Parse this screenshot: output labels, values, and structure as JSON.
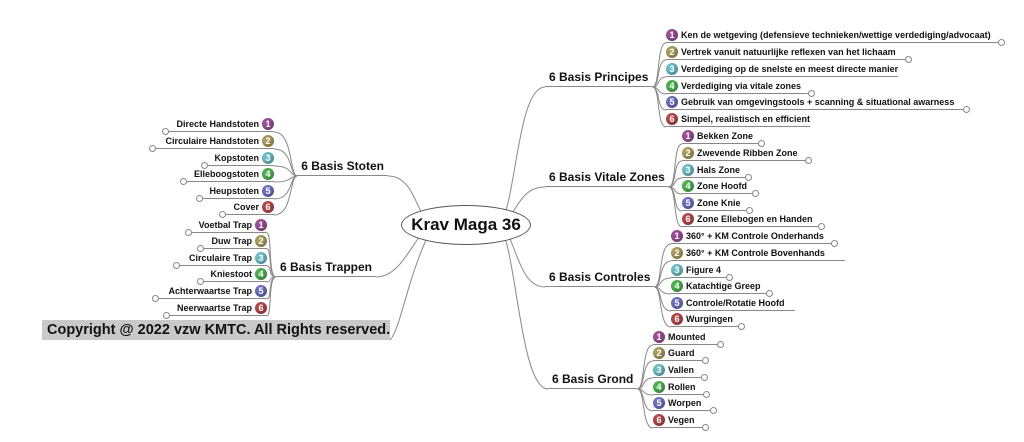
{
  "center": "Krav Maga 36",
  "copyright": "Copyright @ 2022 vzw KMTC. All Rights reserved.",
  "bullet_colors": [
    "#9a4e95",
    "#a99b5c",
    "#6cbcc4",
    "#4fae52",
    "#6b6fbe",
    "#b4474a"
  ],
  "branches": [
    {
      "label": "6 Basis Principes",
      "side": "right",
      "items": [
        "Ken de wetgeving (defensieve technieken/wettige verdediging/advocaat)",
        "Vertrek vanuit natuurlijke reflexen van het lichaam",
        "Verdediging op de snelste en meest directe manier",
        "Verdediging via vitale zones",
        "Gebruik van omgevingstools + scanning & situational awarness",
        "Simpel, realistisch en efficient"
      ]
    },
    {
      "label": "6 Basis Vitale Zones",
      "side": "right",
      "items": [
        "Bekken Zone",
        "Zwevende Ribben Zone",
        "Hals Zone",
        "Zone Hoofd",
        "Zone Knie",
        "Zone Ellebogen en Handen"
      ]
    },
    {
      "label": "6 Basis Controles",
      "side": "right",
      "items": [
        "360° + KM Controle Onderhands",
        "360° + KM Controle Bovenhands",
        "Figure 4",
        "Katachtige Greep",
        "Controle/Rotatie Hoofd",
        "Wurgingen"
      ]
    },
    {
      "label": "6 Basis Grond",
      "side": "right",
      "items": [
        "Mounted",
        "Guard",
        "Vallen",
        "Rollen",
        "Worpen",
        "Vegen"
      ]
    },
    {
      "label": "6 Basis Stoten",
      "side": "left",
      "items": [
        "Directe Handstoten",
        "Circulaire Handstoten",
        "Kopstoten",
        "Elleboogstoten",
        "Heupstoten",
        "Cover"
      ]
    },
    {
      "label": "6 Basis Trappen",
      "side": "left",
      "items": [
        "Voetbal Trap",
        "Duw Trap",
        "Circulaire Trap",
        "Kniestoot",
        "Achterwaartse Trap",
        "Neerwaartse Trap"
      ]
    }
  ]
}
